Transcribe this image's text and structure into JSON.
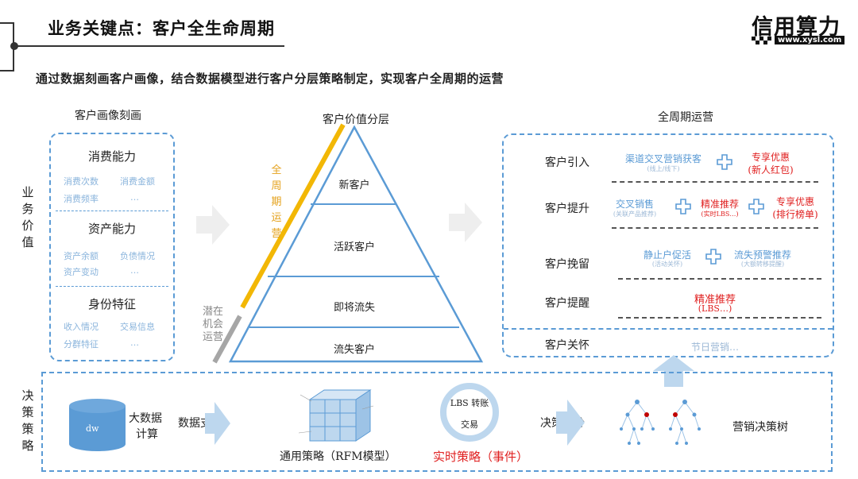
{
  "header": {
    "title": "业务关键点：客户全生命周期",
    "subtitle": "通过数据刻画客户画像，结合数据模型进行客户分层策略制定，实现客户全周期的运营",
    "logo_text": "信用算力",
    "logo_url": "www.xysl.com"
  },
  "side_labels": {
    "business_value": "业务价值",
    "decision_strategy": "决策策略"
  },
  "portrait": {
    "label": "客户画像刻画",
    "groups": [
      {
        "title": "消费能力",
        "items": [
          "消费次数",
          "消费金额",
          "消费频率",
          "…"
        ]
      },
      {
        "title": "资产能力",
        "items": [
          "资产余额",
          "负债情况",
          "资产变动",
          "…"
        ]
      },
      {
        "title": "身份特征",
        "items": [
          "收入情况",
          "交易信息",
          "分群特征",
          "…"
        ]
      }
    ]
  },
  "pyramid": {
    "label": "客户价值分层",
    "layers": [
      "新客户",
      "活跃客户",
      "即将流失",
      "流失客户"
    ],
    "full_cycle_label": "全周期运营",
    "potential_label": "潜在机会运营"
  },
  "operations": {
    "label": "全周期运营",
    "rows": [
      {
        "name": "客户引入",
        "items": [
          {
            "text": "渠道交叉营销获客",
            "sub": "(线上/线下)",
            "color": "blue"
          },
          {
            "text": "专享优惠",
            "sub": "(新人红包)",
            "color": "red"
          }
        ]
      },
      {
        "name": "客户提升",
        "items": [
          {
            "text": "交叉销售",
            "sub": "(关联产品推荐)",
            "color": "blue"
          },
          {
            "text": "精准推荐",
            "sub": "(实时LBS…)",
            "color": "red"
          },
          {
            "text": "专享优惠",
            "sub": "(排行榜单)",
            "color": "red"
          }
        ]
      },
      {
        "name": "客户挽留",
        "items": [
          {
            "text": "静止户促活",
            "sub": "(活动关怀)",
            "color": "blue"
          },
          {
            "text": "流失预警推荐",
            "sub": "(大额转移提醒)",
            "color": "blue"
          }
        ]
      },
      {
        "name": "客户提醒",
        "items": [
          {
            "text": "精准推荐",
            "sub": "(LBS…)",
            "color": "red"
          }
        ]
      },
      {
        "name": "客户关怀",
        "items": [
          {
            "text": "节日营销…",
            "sub": "",
            "color": "blue"
          }
        ]
      }
    ]
  },
  "decision": {
    "dw_label": "dw",
    "bigdata_label": "大数据计算",
    "bigdata_line1": "大数据",
    "bigdata_line2": "计算",
    "support_label": "数据支撑",
    "rfm_label": "通用策略（RFM模型）",
    "lbs_line1": "LBS 转账",
    "lbs_line2": "交易",
    "realtime_label": "实时策略（事件）",
    "segment_label": "决策细分",
    "tree_label": "营销决策树"
  },
  "colors": {
    "accent_blue": "#5b9bd5",
    "red": "#e02020",
    "gold": "#f2b705",
    "grey": "#a6a6a6"
  }
}
